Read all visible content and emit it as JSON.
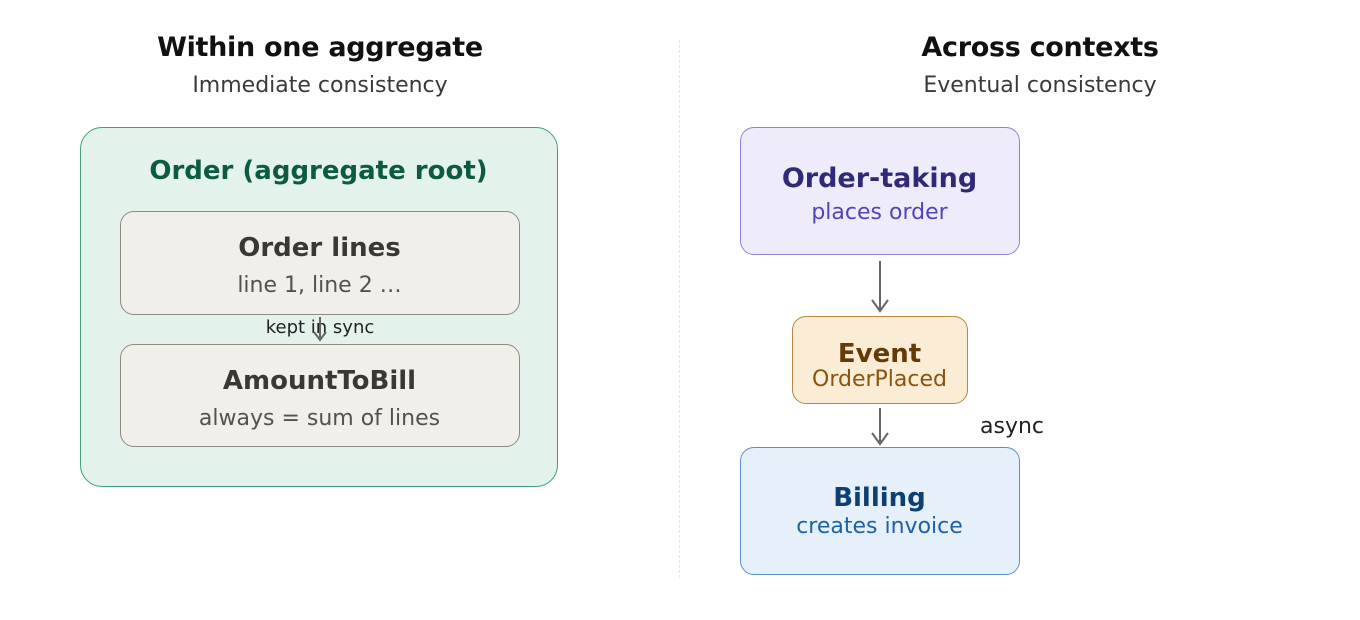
{
  "left": {
    "heading": "Within one aggregate",
    "subheading": "Immediate consistency",
    "aggregate": {
      "title": "Order (aggregate root)",
      "order_lines": {
        "title": "Order lines",
        "subtitle": "line 1, line 2 …"
      },
      "connector_label": "kept in sync",
      "amount_to_bill": {
        "title": "AmountToBill",
        "subtitle": "always = sum of lines"
      }
    }
  },
  "right": {
    "heading": "Across contexts",
    "subheading": "Eventual consistency",
    "order_taking": {
      "title": "Order-taking",
      "subtitle": "places order"
    },
    "event": {
      "title": "Event",
      "subtitle": "OrderPlaced"
    },
    "async_label": "async",
    "billing": {
      "title": "Billing",
      "subtitle": "creates invoice"
    }
  },
  "colors": {
    "aggregate_fill": "#e3f3ec",
    "aggregate_border": "#3f9f78",
    "inner_fill": "#f1efe9",
    "order_taking_fill": "#eeecfb",
    "event_fill": "#fbecd6",
    "billing_fill": "#e6f0fa",
    "arrow": "#666666"
  }
}
